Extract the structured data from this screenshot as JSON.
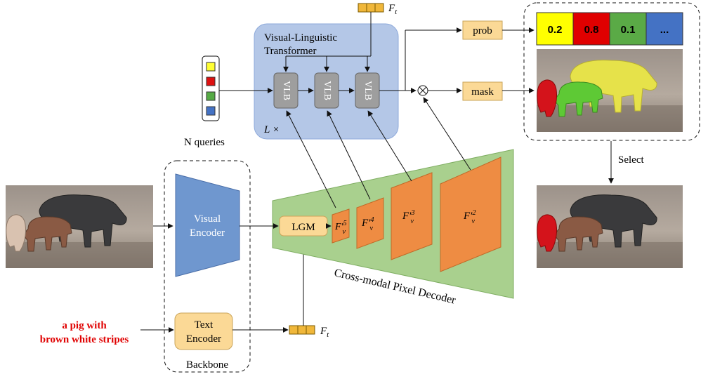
{
  "transformer": {
    "title_line1": "Visual-Linguistic",
    "title_line2": "Transformer",
    "layers": "L ×",
    "vlb_label": "VLB"
  },
  "text_feature_label": "F",
  "text_feature_sub": "t",
  "queries": {
    "label": "N queries",
    "colors": [
      "#ffff33",
      "#dd1111",
      "#55aa44",
      "#4472c4"
    ]
  },
  "outputs": {
    "prob_label": "prob",
    "mask_label": "mask",
    "prob_values": [
      "0.2",
      "0.8",
      "0.1",
      "..."
    ],
    "prob_colors": [
      "#ffff00",
      "#e00000",
      "#5aaa46",
      "#4472c4"
    ]
  },
  "select_label": "Select",
  "backbone": {
    "label": "Backbone",
    "visual_encoder_line1": "Visual",
    "visual_encoder_line2": "Encoder",
    "text_encoder_line1": "Text",
    "text_encoder_line2": "Encoder"
  },
  "decoder": {
    "label": "Cross-modal Pixel Decoder",
    "lgm_label": "LGM",
    "feature_label": "F′",
    "feature_sub": "v",
    "feature_levels": [
      "5",
      "4",
      "3",
      "2"
    ]
  },
  "query_text": {
    "line1": "a pig with",
    "line2": "brown white stripes"
  },
  "colors": {
    "transformer_fill": "#b4c7e7",
    "vlb_fill": "#9e9e9e",
    "encoder_fill": "#6f97cf",
    "box_fill": "#fbd996",
    "decoder_fill": "#a9d08e",
    "feature_fill": "#ee8c43",
    "query_text": "#e00000"
  }
}
